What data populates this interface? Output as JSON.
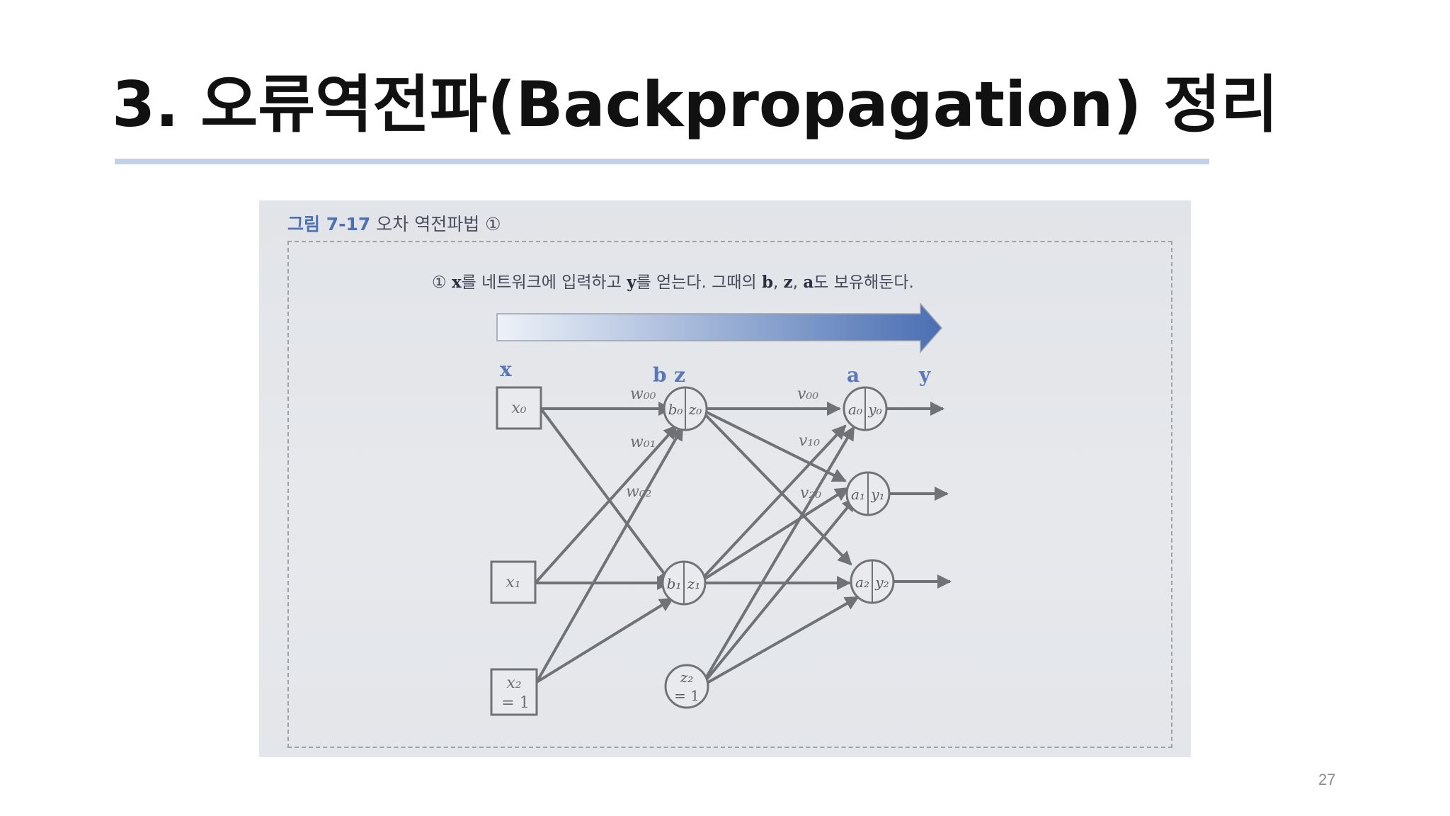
{
  "slide": {
    "title": "3. 오류역전파(Backpropagation) 정리",
    "page_number": "27"
  },
  "figure": {
    "caption_number": "그림 7-17",
    "caption_title": "오차 역전파법 ①",
    "step": {
      "marker": "①",
      "x": "x",
      "t1": "를 네트워크에 입력하고",
      "y": "y",
      "t2": "를 얻는다. 그때의",
      "b": "b",
      "z": "z",
      "a": "a",
      "t3": "도 보유해둔다."
    },
    "layer_labels": {
      "x": "x",
      "b": "b",
      "z": "z",
      "a": "a",
      "y": "y"
    },
    "inputs": [
      "x₀",
      "x₁",
      "x₂",
      "= 1"
    ],
    "hidden": [
      {
        "left": "b₀",
        "right": "z₀"
      },
      {
        "left": "b₁",
        "right": "z₁"
      }
    ],
    "hidden_bias": [
      "z₂",
      "= 1"
    ],
    "outputs": [
      {
        "left": "a₀",
        "right": "y₀"
      },
      {
        "left": "a₁",
        "right": "y₁"
      },
      {
        "left": "a₂",
        "right": "y₂"
      }
    ],
    "weights_w": [
      "w₀₀",
      "w₀₁",
      "w₀₂"
    ],
    "weights_v": [
      "v₀₀",
      "v₁₀",
      "v₂₀"
    ],
    "colors": {
      "accent": "#5a78b8",
      "arrow": "#6f7276",
      "underline": "#c3d0e7"
    }
  }
}
